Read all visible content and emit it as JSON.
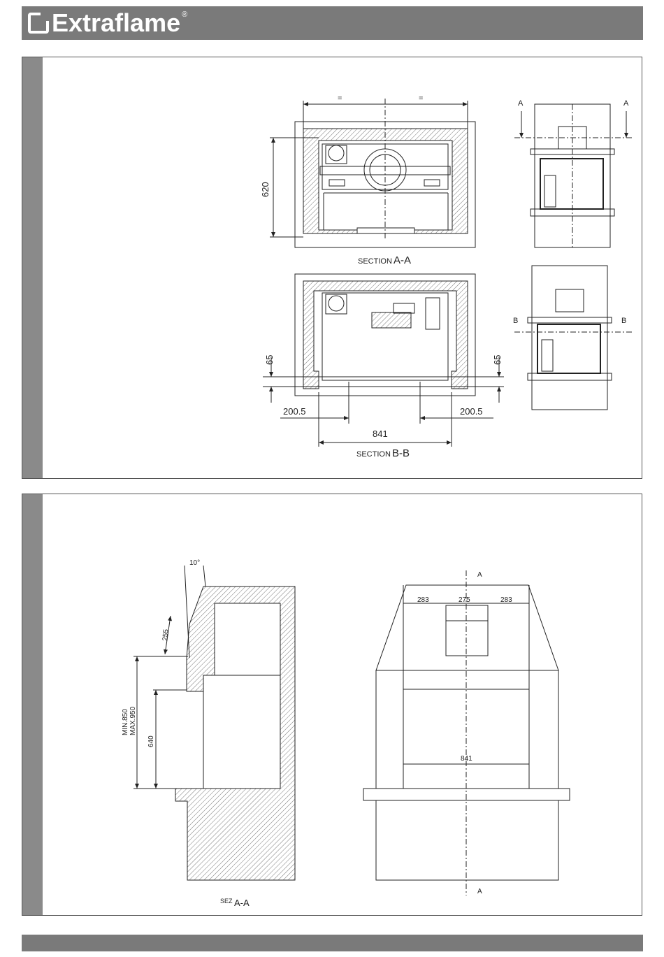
{
  "brand": {
    "name": "Extraflame",
    "registered": "®"
  },
  "panel1": {
    "section_aa": {
      "prefix": "SECTION",
      "name": "A-A"
    },
    "section_bb": {
      "prefix": "SECTION",
      "name": "B-B"
    },
    "dims": {
      "eq_left": "=",
      "eq_right": "=",
      "height_620": "620",
      "d65_left": "65",
      "d65_right": "65",
      "d200_left": "200.5",
      "d200_right": "200.5",
      "w841": "841"
    },
    "markers": {
      "a_left": "A",
      "a_right": "A",
      "b_left": "B",
      "b_right": "B"
    }
  },
  "panel2": {
    "section": {
      "prefix": "SEZ",
      "name": "A-A"
    },
    "dims": {
      "angle": "10°",
      "d255": "255",
      "min": "MIN.850",
      "max": "MAX.950",
      "d640": "640",
      "w283_left": "283",
      "w275": "275",
      "w283_right": "283",
      "w841": "841"
    },
    "markers": {
      "a_top": "A",
      "a_bottom": "A"
    }
  }
}
